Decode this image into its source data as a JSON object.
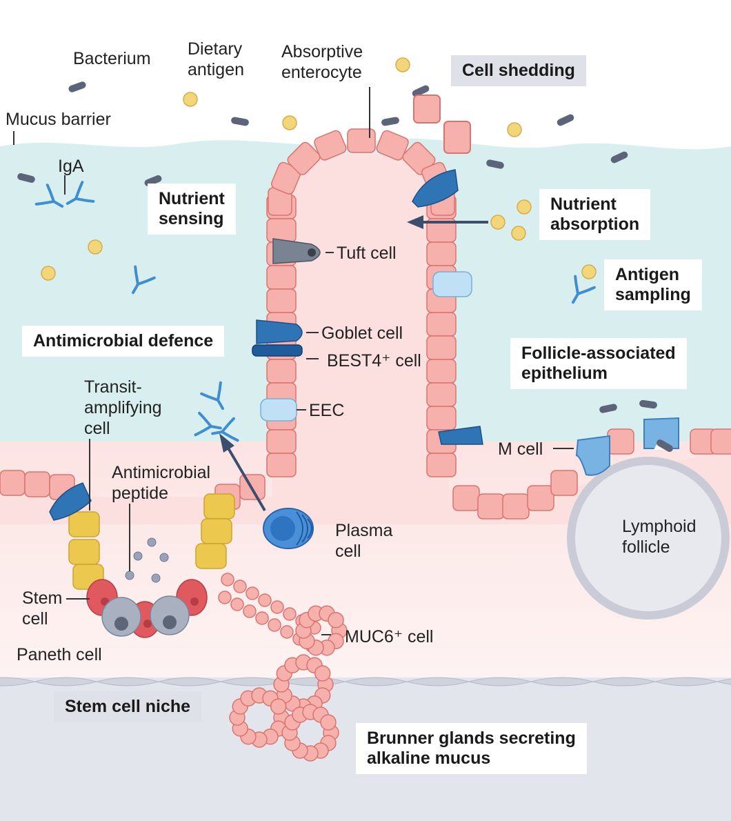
{
  "labels": {
    "bacterium": "Bacterium",
    "dietary_antigen": [
      "Dietary",
      "antigen"
    ],
    "absorptive_enterocyte": [
      "Absorptive",
      "enterocyte"
    ],
    "mucus_barrier": "Mucus barrier",
    "iga": "IgA",
    "tuft_cell": "Tuft cell",
    "goblet_cell": "Goblet cell",
    "best4_cell": "BEST4⁺ cell",
    "eec": "EEC",
    "transit_amplifying_cell": [
      "Transit-",
      "amplifying",
      "cell"
    ],
    "antimicrobial_peptide": [
      "Antimicrobial",
      "peptide"
    ],
    "plasma_cell": [
      "Plasma",
      "cell"
    ],
    "stem_cell": [
      "Stem",
      "cell"
    ],
    "paneth_cell": "Paneth cell",
    "muc6_cell": "MUC6⁺ cell",
    "m_cell": "M cell",
    "lymphoid_follicle": [
      "Lymphoid",
      "follicle"
    ]
  },
  "boxes": {
    "cell_shedding": "Cell shedding",
    "nutrient_sensing": [
      "Nutrient",
      "sensing"
    ],
    "nutrient_absorption": [
      "Nutrient",
      "absorption"
    ],
    "antigen_sampling": [
      "Antigen",
      "sampling"
    ],
    "antimicrobial_defence": "Antimicrobial defence",
    "follicle_associated_epithelium": [
      "Follicle-associated",
      "epithelium"
    ],
    "stem_cell_niche": "Stem cell niche",
    "brunner_glands": [
      "Brunner glands secreting",
      "alkaline mucus"
    ]
  },
  "colors": {
    "mucus": "#d9efef",
    "lamina_propria": "#fbe3e2",
    "submucosa": "#e3e5ec",
    "enterocyte": "#f6b1ad",
    "enterocyte_outline": "#d9736f",
    "goblet": "#2f74b5",
    "transit_amplifying": "#ecc84e",
    "stem": "#e0595f",
    "paneth": "#a9b0c0",
    "eec": "#bfe0f5",
    "tuft": "#7a8391",
    "antigen": "#f3d57a",
    "antibody": "#3f8fd0",
    "arrow": "#3d4e6c"
  },
  "icons": [
    "bacterium-icon",
    "dietary-antigen-icon",
    "iga-antibody-icon",
    "antimicrobial-peptide-icon",
    "arrow-icon"
  ]
}
